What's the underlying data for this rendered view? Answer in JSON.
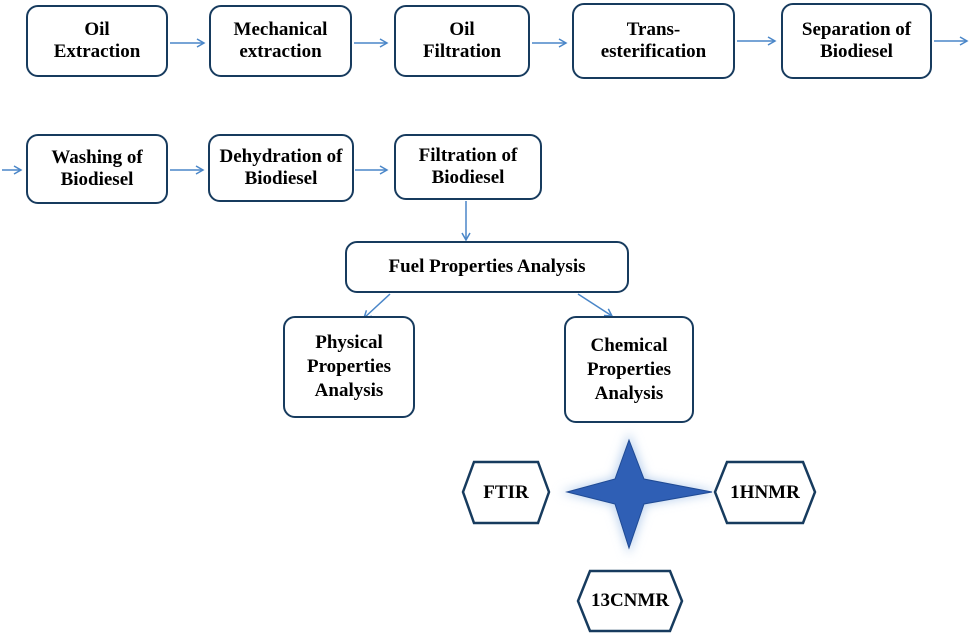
{
  "process_steps": [
    {
      "id": "oil-extraction",
      "label": "Oil\nExtraction"
    },
    {
      "id": "mechanical-extraction",
      "label": "Mechanical\nextraction"
    },
    {
      "id": "oil-filtration",
      "label": "Oil\nFiltration"
    },
    {
      "id": "transesterification",
      "label": "Trans-\nesterification"
    },
    {
      "id": "separation-of-biodiesel",
      "label": "Separation of\nBiodiesel"
    },
    {
      "id": "washing-of-biodiesel",
      "label": "Washing of\nBiodiesel"
    },
    {
      "id": "dehydration-of-biodiesel",
      "label": "Dehydration of\nBiodiesel"
    },
    {
      "id": "filtration-of-biodiesel",
      "label": "Filtration of\nBiodiesel"
    }
  ],
  "analysis": {
    "fuel_properties": "Fuel Properties Analysis",
    "physical": "Physical\nProperties\nAnalysis",
    "chemical": "Chemical\nProperties\nAnalysis"
  },
  "techniques": {
    "left": "FTIR",
    "right": "1HNMR",
    "bottom": "13CNMR"
  },
  "colors": {
    "box_border": "#173b5e",
    "arrow": "#4a86c8",
    "star": "#2f5fb5",
    "star_glow": "#bcd2ee"
  }
}
